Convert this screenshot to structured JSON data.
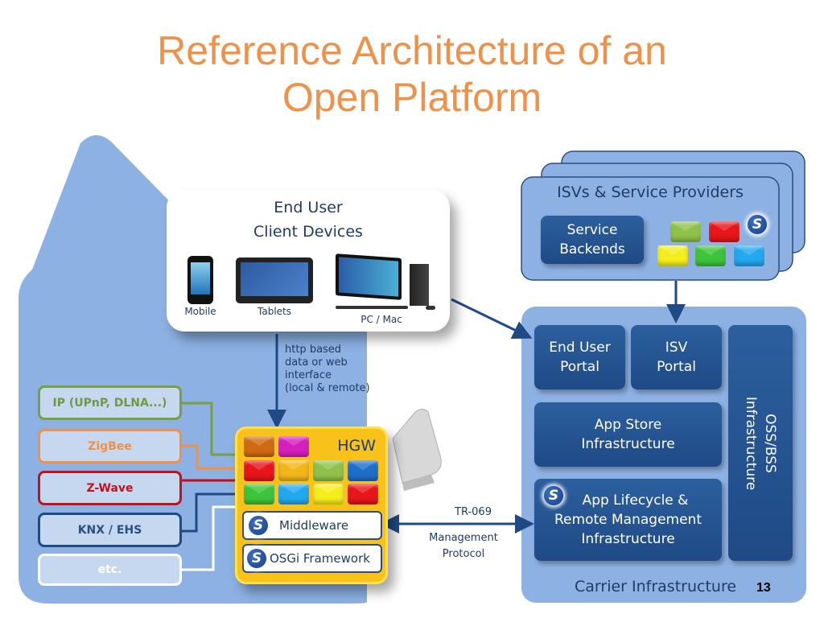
{
  "title": {
    "line1": "Reference Architecture of an",
    "line2": "Open Platform"
  },
  "client_devices": {
    "title_line1": "End User",
    "title_line2": "Client Devices",
    "devices": [
      {
        "icon": "mobile-phone-icon",
        "label": "Mobile"
      },
      {
        "icon": "tablet-icon",
        "label": "Tablets"
      },
      {
        "icon": "desktop-pc-icon",
        "label": "PC / Mac"
      }
    ]
  },
  "http_note": [
    "http based",
    "data or web",
    "interface",
    "(local & remote)"
  ],
  "protocols": [
    {
      "label": "IP (UPnP, DLNA...)",
      "color": "#77a043",
      "text_color": "#6e9b3e"
    },
    {
      "label": "ZigBee",
      "color": "#f0914a",
      "text_color": "#f0914a"
    },
    {
      "label": "Z-Wave",
      "color": "#c0121c",
      "text_color": "#c0121c"
    },
    {
      "label": "KNX / EHS",
      "color": "#1f4a86",
      "text_color": "#2a4f7e"
    },
    {
      "label": "etc.",
      "color": "#ffffff",
      "text_color": "#ffffff"
    }
  ],
  "hgw": {
    "label": "HGW",
    "tiles_row1": [
      "#d06a12",
      "#d61fbf"
    ],
    "tiles_row2": [
      "#e8151b",
      "#f1b718",
      "#8fc24a",
      "#1d6fc9"
    ],
    "tiles_row3": [
      "#3ec43a",
      "#22a8ef",
      "#f4ee1c",
      "#e8151b"
    ],
    "middleware_label": "Middleware",
    "osgi_label": "OSGi Framework",
    "logo_glyph": "S"
  },
  "tr069": {
    "line1": "TR-069",
    "line2": "Management",
    "line3": "Protocol"
  },
  "isv": {
    "title": "ISVs & Service Providers",
    "backends_line1": "Service",
    "backends_line2": "Backends",
    "tiles_row1": [
      "#8fc24a",
      "#e8151b"
    ],
    "tiles_row2": [
      "#f4ee1c",
      "#3ec43a",
      "#22a8ef"
    ]
  },
  "carrier": {
    "label": "Carrier Infrastructure",
    "end_user_portal": [
      "End User",
      "Portal"
    ],
    "isv_portal": [
      "ISV",
      "Portal"
    ],
    "app_store": [
      "App Store",
      "Infrastructure"
    ],
    "lifecycle": [
      "App Lifecycle &",
      "Remote Management",
      "Infrastructure"
    ],
    "oss_bss": [
      "OSS/BSS",
      "Infrastructure"
    ]
  },
  "page_number": "13"
}
